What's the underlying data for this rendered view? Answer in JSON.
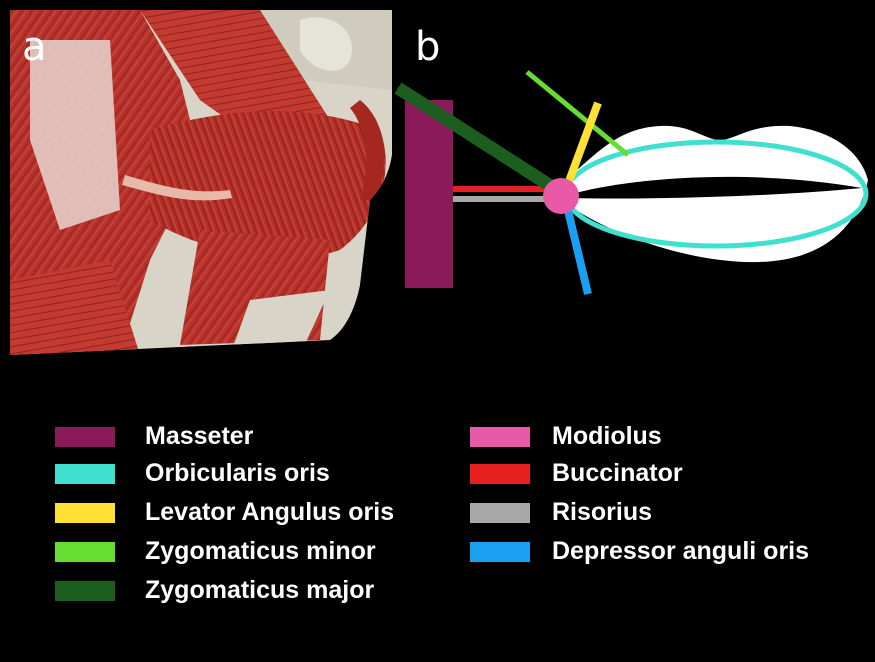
{
  "panels": {
    "a": "a",
    "b": "b"
  },
  "legend": {
    "left": [
      {
        "label": "Masseter",
        "color": "#8B1A5A"
      },
      {
        "label": "Orbicularis oris",
        "color": "#40E0D0"
      },
      {
        "label": "Levator Angulus oris",
        "color": "#FFE135"
      },
      {
        "label": "Zygomaticus minor",
        "color": "#66DD33"
      },
      {
        "label": "Zygomaticus major",
        "color": "#1B5E20"
      }
    ],
    "right": [
      {
        "label": "Modiolus",
        "color": "#E85AA8"
      },
      {
        "label": "Buccinator",
        "color": "#E62020"
      },
      {
        "label": "Risorius",
        "color": "#A8A8A8"
      },
      {
        "label": "Depressor anguli oris",
        "color": "#1AA0F0"
      }
    ]
  },
  "colors": {
    "background": "#000000",
    "muscle": "#B8322C",
    "bone": "#D8D5C8"
  }
}
